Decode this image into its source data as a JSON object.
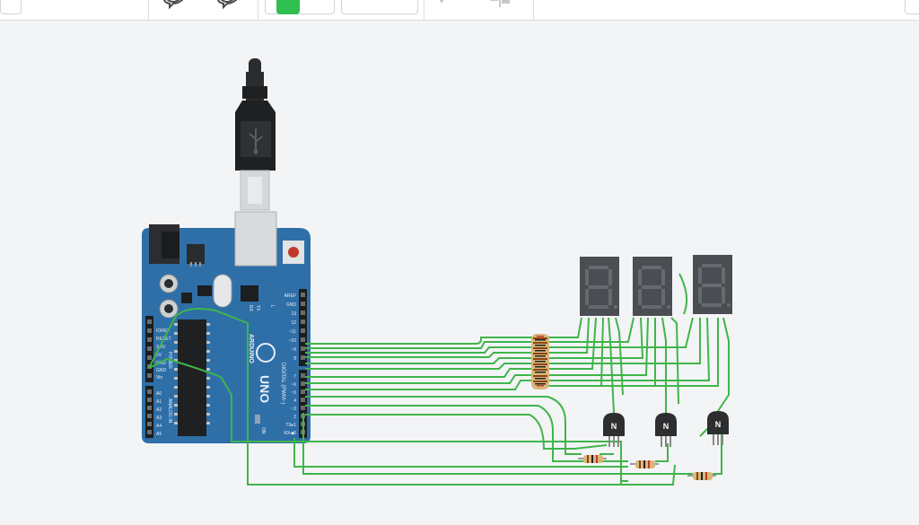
{
  "board": {
    "brand": "ARDUINO",
    "model": "UNO",
    "digital_label": "DIGITAL (PWM~)",
    "power_label": "POWER",
    "analog_label": "ANALOG IN",
    "on_label": "ON",
    "tx_label": "TX",
    "rx_label": "RX",
    "l_label": "L",
    "left_pins": [
      "IOREF",
      "RESET",
      "3.3V",
      "5V",
      "GND",
      "GND",
      "Vin"
    ],
    "analog_pins": [
      "A0",
      "A1",
      "A2",
      "A3",
      "A4",
      "A5"
    ],
    "right_pins_top": [
      "AREF",
      "GND",
      "13",
      "12",
      "~11",
      "~10",
      "~9",
      "8"
    ],
    "right_pins_bottom": [
      "7",
      "~6",
      "~5",
      "4",
      "~3",
      "2",
      "TX▸1",
      "RX◀0"
    ]
  },
  "transistors": {
    "label": "N"
  },
  "colors": {
    "board": "#2f6fa8",
    "wire": "#3fb54a",
    "display": "#4a4e52",
    "segment": "#646a70"
  }
}
